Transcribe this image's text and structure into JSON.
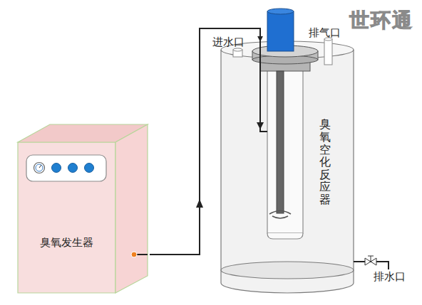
{
  "diagram": {
    "nodes": [
      {
        "text": [
          "臭氧发生器"
        ]
      },
      {
        "text": [
          "臭氧空化反应器"
        ]
      }
    ],
    "edges": [
      {
        "from": 0,
        "to": 1,
        "arrow": "to"
      }
    ],
    "labels": [
      "进水口",
      "排气口",
      "排水口",
      "世环通"
    ]
  }
}
